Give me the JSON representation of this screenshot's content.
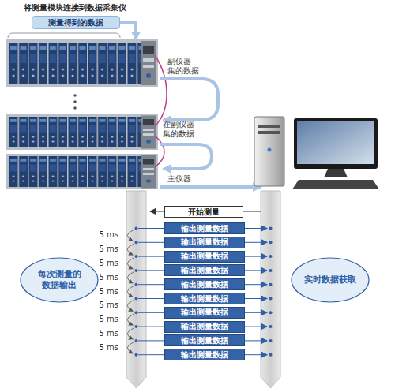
{
  "diagram": {
    "title": "将测量模块连接到数据采集仪",
    "nodes": [
      {
        "text": [
          "测量得到的数据"
        ]
      },
      {
        "text": [
          "开始测量"
        ]
      },
      {
        "text": [
          "输出测量数据"
        ]
      },
      {
        "text": [
          "输出测量数据"
        ]
      },
      {
        "text": [
          "输出测量数据"
        ]
      },
      {
        "text": [
          "输出测量数据"
        ]
      },
      {
        "text": [
          "输出测量数据"
        ]
      },
      {
        "text": [
          "输出测量数据"
        ]
      },
      {
        "text": [
          "输出测量数据"
        ]
      },
      {
        "text": [
          "输出测量数据"
        ]
      },
      {
        "text": [
          "输出测量数据"
        ]
      },
      {
        "text": [
          "输出测量数据"
        ]
      },
      {
        "text": [
          "每次测量的 数据输出"
        ]
      },
      {
        "text": [
          "实时数据获取"
        ]
      }
    ],
    "labels": [
      "副仪器 集的数据",
      "在副仪器 集的数据",
      "主仪器",
      "5 ms",
      "5 ms",
      "5 ms",
      "5 ms",
      "5 ms",
      "5 ms",
      "5 ms",
      "5 ms",
      "5 ms"
    ]
  }
}
